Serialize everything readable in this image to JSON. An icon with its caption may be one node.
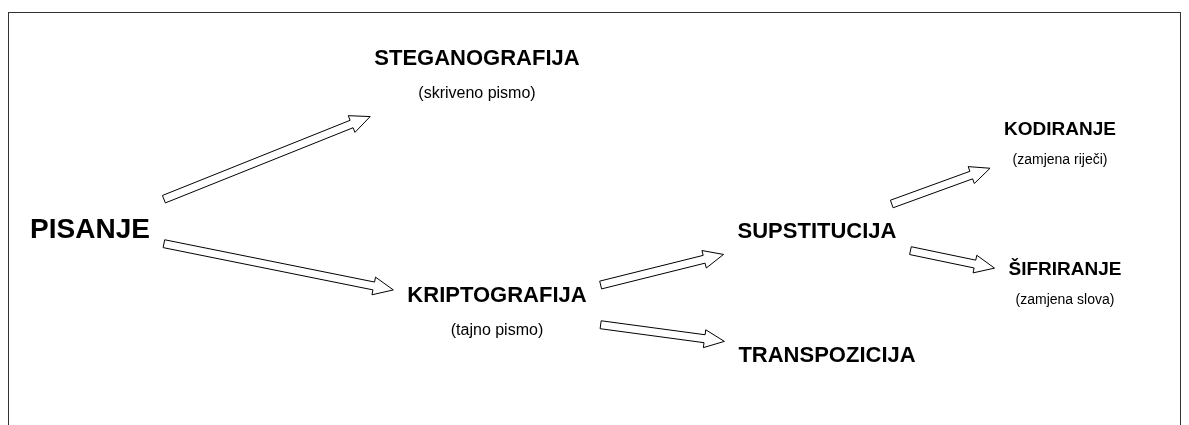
{
  "diagram": {
    "nodes": [
      {
        "text": [
          "PISANJE"
        ]
      },
      {
        "text": [
          "STEGANOGRAFIJA",
          "(skriveno pismo)"
        ]
      },
      {
        "text": [
          "KRIPTOGRAFIJA",
          "(tajno pismo)"
        ]
      },
      {
        "text": [
          "SUPSTITUCIJA"
        ]
      },
      {
        "text": [
          "TRANSPOZICIJA"
        ]
      },
      {
        "text": [
          "KODIRANJE",
          "(zamjena riječi)"
        ]
      },
      {
        "text": [
          "ŠIFRIRANJE",
          "(zamjena slova)"
        ]
      }
    ],
    "edges": [
      {
        "from": 0,
        "to": 1,
        "arrow": "to"
      },
      {
        "from": 0,
        "to": 2,
        "arrow": "to"
      },
      {
        "from": 2,
        "to": 3,
        "arrow": "to"
      },
      {
        "from": 2,
        "to": 4,
        "arrow": "to"
      },
      {
        "from": 3,
        "to": 5,
        "arrow": "to"
      },
      {
        "from": 3,
        "to": 6,
        "arrow": "to"
      }
    ]
  }
}
